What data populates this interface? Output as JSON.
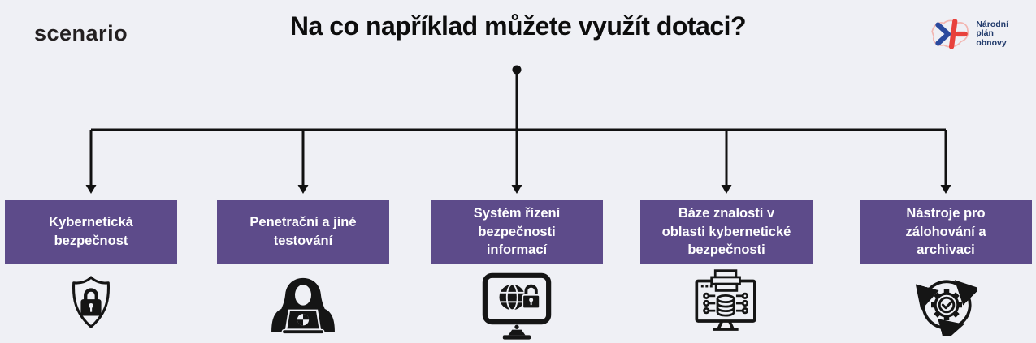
{
  "colors": {
    "background": "#eff0f5",
    "box_purple": "#5d4b8a",
    "box_text": "#ffffff",
    "line_black": "#111111",
    "npo_blue": "#2b4a9e",
    "npo_red": "#e8413c",
    "npo_text_navy": "#213a6b"
  },
  "header": {
    "brand": "scenario",
    "title": "Na co například můžete využít dotaci?",
    "npo_logo": {
      "line1": "Národní",
      "line2": "plán",
      "line3": "obnovy"
    }
  },
  "branches": [
    {
      "label": "Kybernetická\nbezpečnost",
      "icon": "shield-lock-icon"
    },
    {
      "label": "Penetrační a jiné\ntestování",
      "icon": "hacker-laptop-icon"
    },
    {
      "label": "Systém řízení\nbezpečnosti\ninformací",
      "icon": "monitor-globe-lock-icon"
    },
    {
      "label": "Báze znalostí v\noblasti kybernetické\nbezpečnosti",
      "icon": "knowledge-base-icon"
    },
    {
      "label": "Nástroje pro\nzálohování a\narchivaci",
      "icon": "backup-sync-icon"
    }
  ]
}
